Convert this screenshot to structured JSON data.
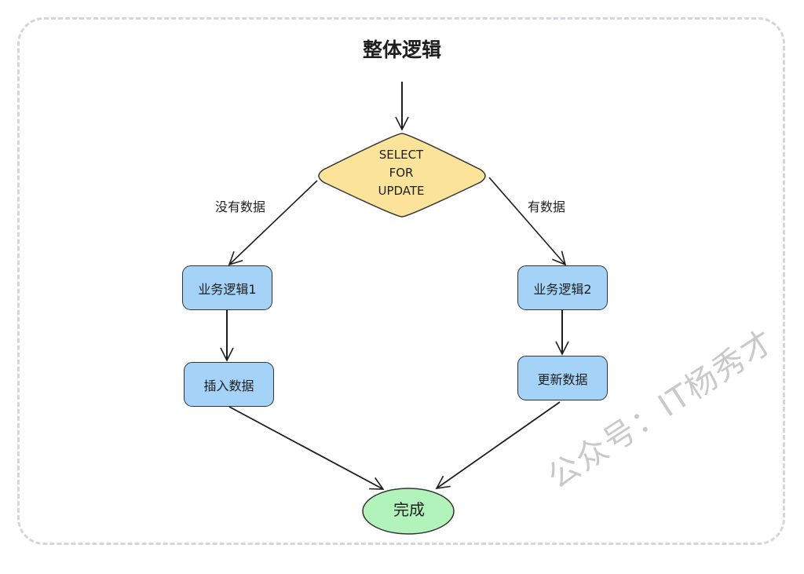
{
  "diagram": {
    "title": "整体逻辑",
    "decision": {
      "label_lines": [
        "SELECT",
        "FOR",
        "UPDATE"
      ],
      "fill": "#fbe49a"
    },
    "branches": {
      "left": {
        "edge_label": "没有数据",
        "steps": [
          "业务逻辑1",
          "插入数据"
        ]
      },
      "right": {
        "edge_label": "有数据",
        "steps": [
          "业务逻辑2",
          "更新数据"
        ]
      }
    },
    "end": {
      "label": "完成",
      "fill": "#b2f2bb"
    },
    "box_fill": "#a5d3f8",
    "frame_color": "#d3d6db"
  },
  "watermark": "公众号：IT杨秀才"
}
